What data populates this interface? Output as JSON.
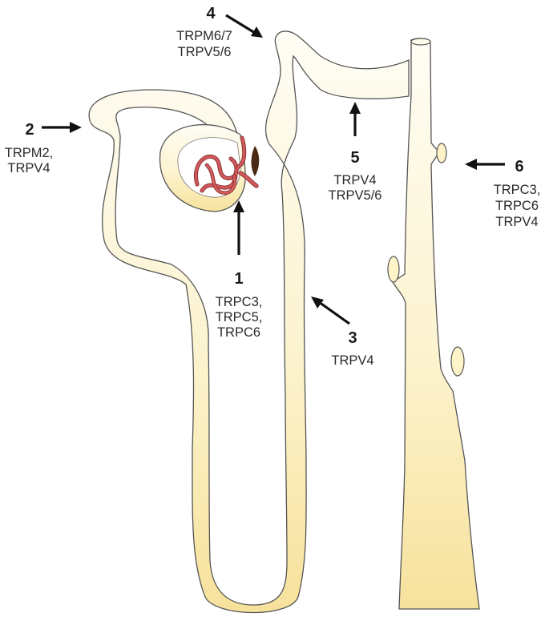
{
  "annotations": [
    {
      "id": "1",
      "number": "1",
      "channels": [
        "TRPC3,",
        "TRPC5,",
        "TRPC6"
      ]
    },
    {
      "id": "2",
      "number": "2",
      "channels": [
        "TRPM2,",
        "TRPV4"
      ]
    },
    {
      "id": "3",
      "number": "3",
      "channels": [
        "TRPV4"
      ]
    },
    {
      "id": "4",
      "number": "4",
      "channels": [
        "TRPM6/7",
        "TRPV5/6"
      ]
    },
    {
      "id": "5",
      "number": "5",
      "channels": [
        "TRPV4",
        "TRPV5/6"
      ]
    },
    {
      "id": "6",
      "number": "6",
      "channels": [
        "TRPC3,",
        "TRPC6",
        "TRPV4"
      ]
    }
  ],
  "colors": {
    "tube_fill_light": "#fffdf3",
    "tube_fill_dark": "#f8e7a8",
    "tube_outline": "#555555",
    "glomerulus": "#c8484b",
    "macula_densa": "#4a2a12",
    "arrow": "#111111"
  }
}
